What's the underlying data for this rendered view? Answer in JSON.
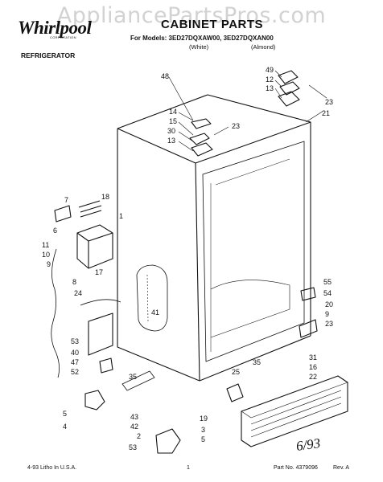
{
  "watermark": "AppliancePartsPros.com",
  "brand": "Whirlpool",
  "brand_sub": "CORPORATION",
  "product": "REFRIGERATOR",
  "title": "CABINET PARTS",
  "models_line": "For Models: 3ED27DQXAW00, 3ED27DQXAN00",
  "color_white": "(White)",
  "color_almond": "(Almond)",
  "footer_left": "4-93 Litho In U.S.A.",
  "footer_page": "1",
  "footer_part": "Part No. 4379096",
  "footer_rev": "Rev. A",
  "handwritten_date": "6/93",
  "callouts": [
    "48",
    "14",
    "15",
    "30",
    "13",
    "23",
    "49",
    "12",
    "13",
    "23",
    "21",
    "7",
    "18",
    "6",
    "1",
    "11",
    "10",
    "9",
    "17",
    "8",
    "24",
    "41",
    "55",
    "54",
    "20",
    "9",
    "23",
    "31",
    "16",
    "22",
    "53",
    "40",
    "47",
    "52",
    "35",
    "25",
    "35",
    "5",
    "4",
    "43",
    "42",
    "19",
    "3",
    "2",
    "5",
    "53"
  ]
}
